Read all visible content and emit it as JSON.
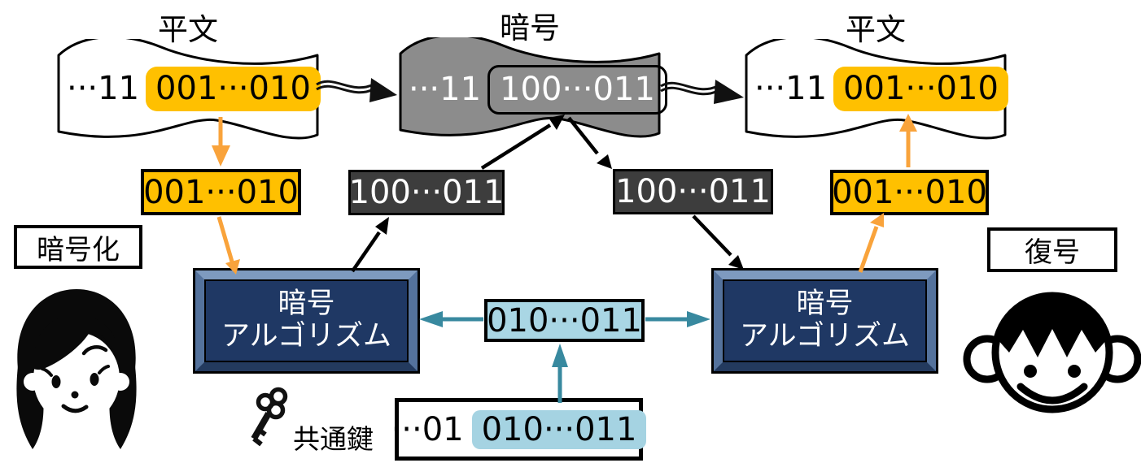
{
  "labels": {
    "plaintext_left": "平文",
    "cipher": "暗号",
    "plaintext_right": "平文",
    "encrypt": "暗号化",
    "decrypt": "復号"
  },
  "documents": {
    "plain_left": {
      "prefix": "···11",
      "highlight": "001···010"
    },
    "cipher": {
      "prefix": "···11",
      "boxed": "100···011"
    },
    "plain_right": {
      "prefix": "···11",
      "highlight": "001···010"
    }
  },
  "blocks": {
    "plain_left": "001···010",
    "cipher_left": "100···011",
    "cipher_right": "100···011",
    "plain_right": "001···010"
  },
  "algorithm": {
    "line1": "暗号",
    "line2": "アルゴリズム"
  },
  "key": {
    "label": "共通鍵",
    "value": "010···011",
    "full": {
      "prefix": "···01",
      "highlight": "010···011"
    }
  },
  "colors": {
    "plain_highlight": "#FFC000",
    "plain_arrow": "#F9A33B",
    "cipher_block": "#3D3D3D",
    "cipher_document": "#8C8C8C",
    "algorithm_fill": "#1F3864",
    "algorithm_bevel": "#7E9ABF",
    "key_fill": "#A9D6E4",
    "key_highlight": "#A5D3E2",
    "key_arrow": "#38899F"
  }
}
